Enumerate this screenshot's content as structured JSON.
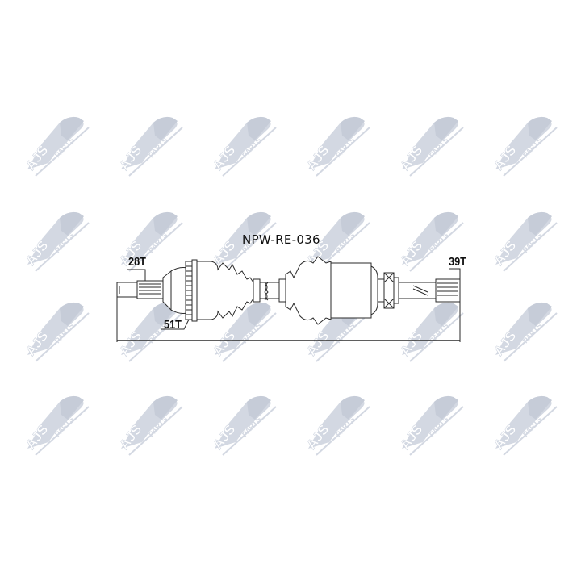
{
  "drawing": {
    "part_number": "NPW-RE-036",
    "subject": "CV drive shaft technical drawing",
    "labels": {
      "outer_spline": "28T",
      "abs_ring": "51T",
      "inner_spline": "39T"
    },
    "line_color": "#2a2a2a"
  },
  "watermark": {
    "text_primary": "AJS",
    "text_secondary": "PARTS",
    "color": "#d4d9e3",
    "rows": 4,
    "columns": 6
  }
}
